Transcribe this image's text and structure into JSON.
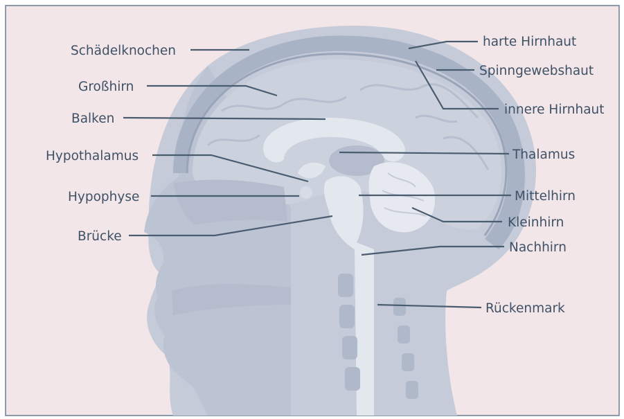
{
  "colors": {
    "background": "#f3e6e8",
    "frame_border": "#6a7f96",
    "anatomy_fill": "#c5cbd8",
    "anatomy_dark": "#b4bccd",
    "anatomy_light": "#dde2ea",
    "label_text": "#3e5166",
    "leader_line": "#4a5d70"
  },
  "labels": {
    "skull": "Schädelknochen",
    "cerebrum": "Großhirn",
    "corpus_callosum": "Balken",
    "hypothalamus": "Hypothalamus",
    "pituitary": "Hypophyse",
    "pons": "Brücke",
    "dura_mater": "harte Hirnhaut",
    "arachnoid": "Spinngewebshaut",
    "pia_mater": "innere Hirnhaut",
    "thalamus": "Thalamus",
    "midbrain": "Mittelhirn",
    "cerebellum": "Kleinhirn",
    "medulla": "Nachhirn",
    "spinal_cord": "Rückenmark"
  }
}
